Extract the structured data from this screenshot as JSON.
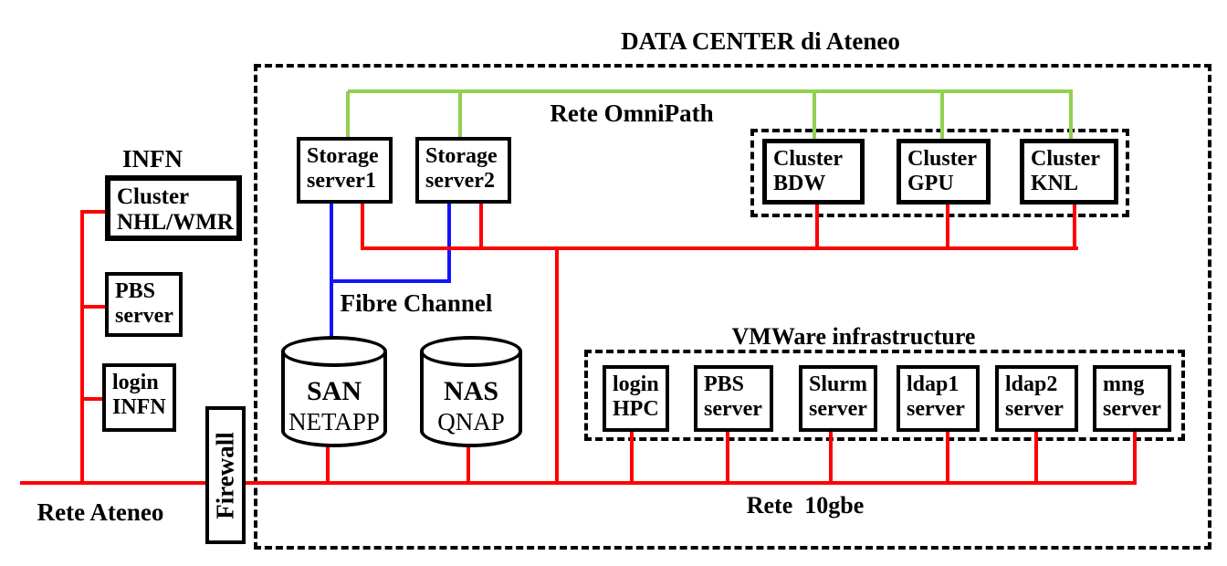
{
  "title": "DATA CENTER di Ateneo",
  "networks": {
    "omnipath": "Rete OmniPath",
    "fibre_channel": "Fibre Channel",
    "gbe10": "Rete  10gbe",
    "ateneo": "Rete Ateneo"
  },
  "infn": {
    "title": "INFN",
    "cluster": {
      "line1": "Cluster",
      "line2": "NHL/WMR"
    },
    "pbs": {
      "line1": "PBS",
      "line2": "server"
    },
    "login": {
      "line1": "login",
      "line2": "INFN"
    }
  },
  "firewall": {
    "label": "Firewall"
  },
  "storage": [
    {
      "line1": "Storage",
      "line2": "server1"
    },
    {
      "line1": "Storage",
      "line2": "server2"
    }
  ],
  "clusters": [
    {
      "line1": "Cluster",
      "line2": "BDW"
    },
    {
      "line1": "Cluster",
      "line2": "GPU"
    },
    {
      "line1": "Cluster",
      "line2": "KNL"
    }
  ],
  "san": {
    "line1": "SAN",
    "line2": "NETAPP"
  },
  "nas": {
    "line1": "NAS",
    "line2": "QNAP"
  },
  "vmware": {
    "title": "VMWare infrastructure",
    "items": [
      {
        "line1": "login",
        "line2": "HPC"
      },
      {
        "line1": "PBS",
        "line2": "server"
      },
      {
        "line1": "Slurm",
        "line2": "server"
      },
      {
        "line1": "ldap1",
        "line2": "server"
      },
      {
        "line1": "ldap2",
        "line2": "server"
      },
      {
        "line1": "mng",
        "line2": "server"
      }
    ]
  },
  "colors": {
    "red": "#ff0000",
    "green": "#92d050",
    "blue": "#1414ff",
    "black": "#000000"
  }
}
